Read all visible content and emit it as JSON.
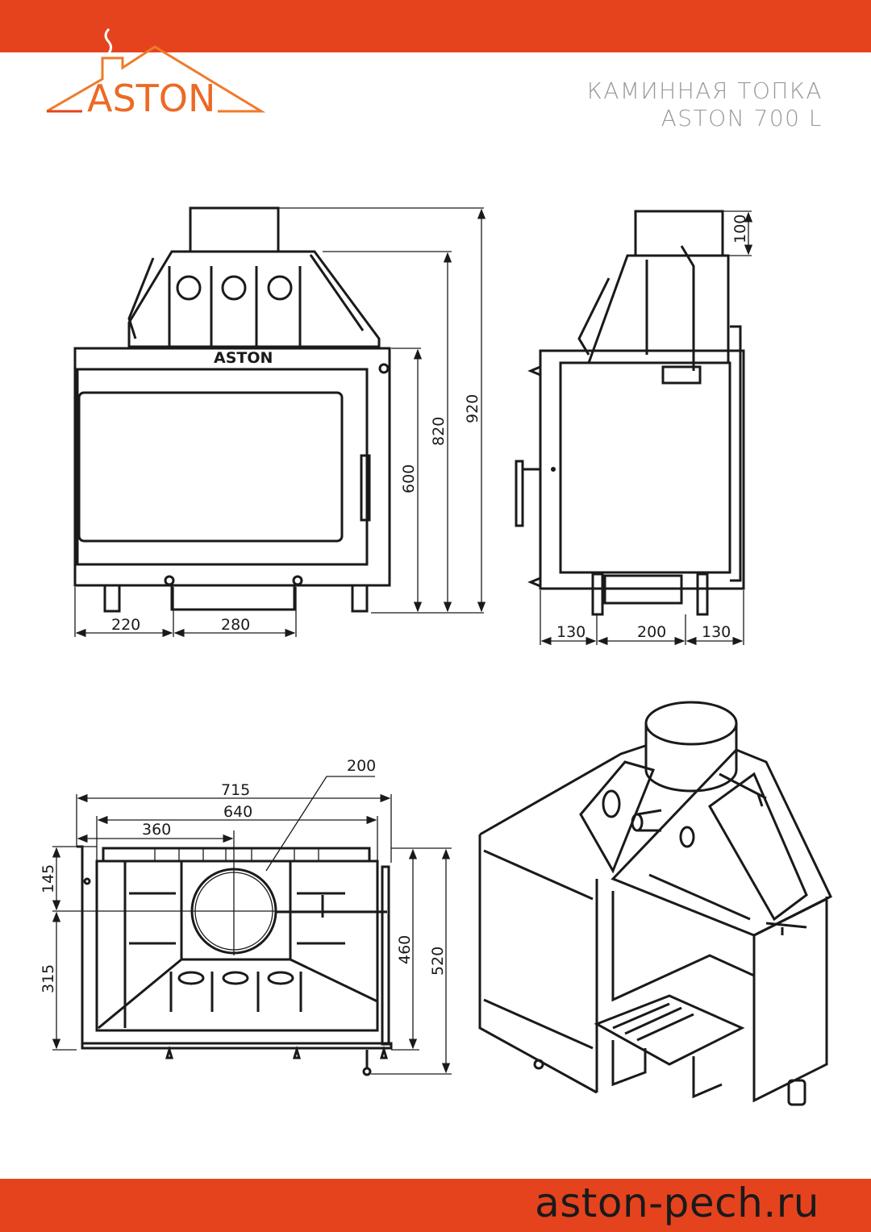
{
  "header": {
    "brand": "ASTON",
    "title_line1": "КАМИННАЯ ТОПКА",
    "title_line2": "ASTON 700 L",
    "accent_color": "#E5431E"
  },
  "front_view": {
    "door_logo": "ASTON",
    "dims": {
      "total_height": "920",
      "hood_height": "820",
      "body_height": "600",
      "left_offset": "220",
      "ash_width": "280"
    }
  },
  "side_view": {
    "dims": {
      "flue_height": "100",
      "front": "130",
      "middle": "200",
      "back": "130"
    }
  },
  "top_view": {
    "dims": {
      "width_total": "715",
      "width_inner": "640",
      "flue_center": "360",
      "flue_diameter": "200",
      "front_to_flue": "145",
      "flue_to_back": "315",
      "depth_inner": "460",
      "depth_total": "520"
    }
  },
  "footer": {
    "website": "aston-pech.ru"
  }
}
